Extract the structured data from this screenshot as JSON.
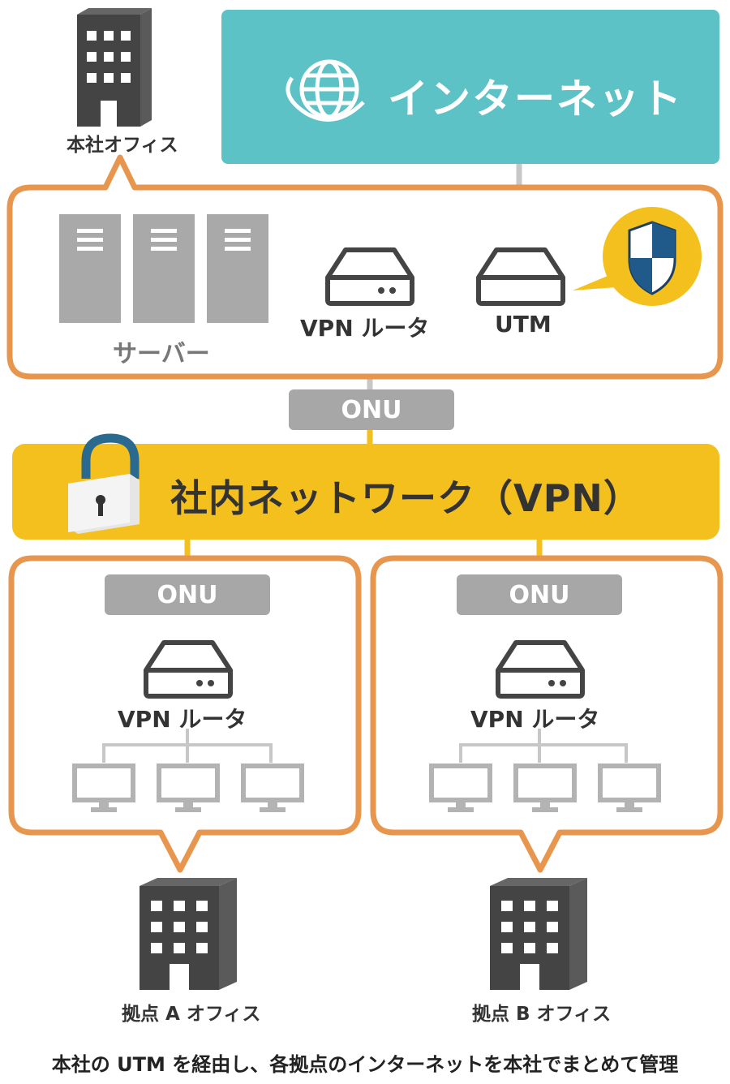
{
  "internet": {
    "label": "インターネット",
    "icon": "globe-icon",
    "color": "#5cc2c5"
  },
  "hq": {
    "building_label": "本社オフィス",
    "servers_label": "サーバー",
    "vpn_router_label": "VPN ルータ",
    "utm_label": "UTM",
    "onu_label": "ONU",
    "utm_badge_icon": "shield-icon"
  },
  "vpn_network": {
    "label": "社内ネットワーク（VPN）",
    "icon": "padlock-icon",
    "color": "#f3c01e"
  },
  "branch_a": {
    "onu_label": "ONU",
    "vpn_router_label": "VPN ルータ",
    "building_label": "拠点 A オフィス"
  },
  "branch_b": {
    "onu_label": "ONU",
    "vpn_router_label": "VPN ルータ",
    "building_label": "拠点 B オフィス"
  },
  "caption": "本社の UTM を経由し、各拠点のインターネットを本社でまとめて管理",
  "colors": {
    "frame_orange": "#e8964e",
    "building_gray": "#444444",
    "device_gray": "#b3b3b3",
    "onu_gray": "#a7a7a7"
  }
}
